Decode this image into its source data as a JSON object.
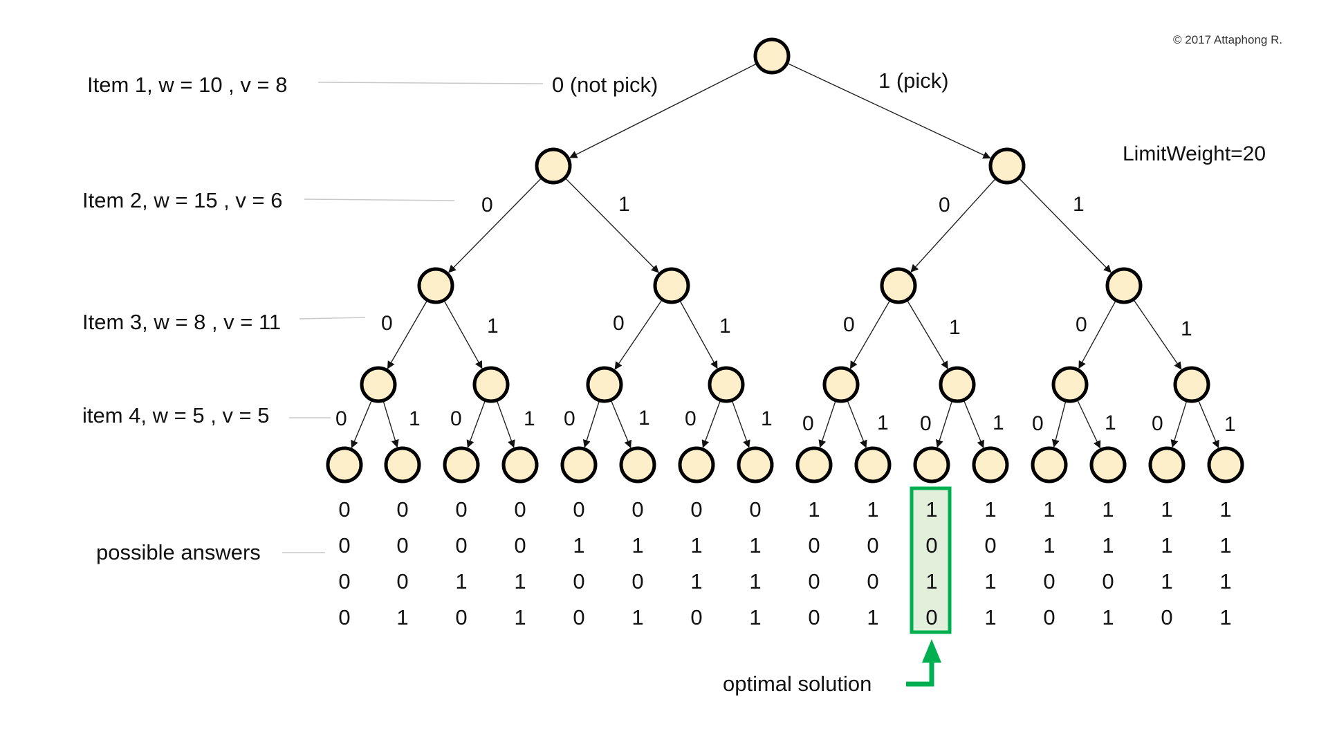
{
  "copyright": "© 2017 Attaphong R.",
  "limit_weight": "LimitWeight=20",
  "items": [
    {
      "label": "Item 1, w = 10 , v = 8"
    },
    {
      "label": "Item 2, w = 15 , v = 6"
    },
    {
      "label": "Item 3, w = 8 , v = 11"
    },
    {
      "label": "item 4, w = 5 , v = 5"
    }
  ],
  "branch_labels": {
    "root_left": "0 (not pick)",
    "root_right": "1 (pick)",
    "zero": "0",
    "one": "1"
  },
  "possible_answers_label": "possible answers",
  "answers": [
    [
      "0",
      "0",
      "0",
      "0",
      "0",
      "0",
      "0",
      "0",
      "1",
      "1",
      "1",
      "1",
      "1",
      "1",
      "1",
      "1"
    ],
    [
      "0",
      "0",
      "0",
      "0",
      "1",
      "1",
      "1",
      "1",
      "0",
      "0",
      "0",
      "0",
      "1",
      "1",
      "1",
      "1"
    ],
    [
      "0",
      "0",
      "1",
      "1",
      "0",
      "0",
      "1",
      "1",
      "0",
      "0",
      "1",
      "1",
      "0",
      "0",
      "1",
      "1"
    ],
    [
      "0",
      "1",
      "0",
      "1",
      "0",
      "1",
      "0",
      "1",
      "0",
      "1",
      "0",
      "1",
      "0",
      "1",
      "0",
      "1"
    ]
  ],
  "optimal": {
    "label": "optimal solution",
    "column": 10,
    "highlight_color": "#00b050",
    "fill_color": "#e2efda"
  },
  "colors": {
    "node_fill": "#fdefc9",
    "node_stroke": "#000000"
  }
}
